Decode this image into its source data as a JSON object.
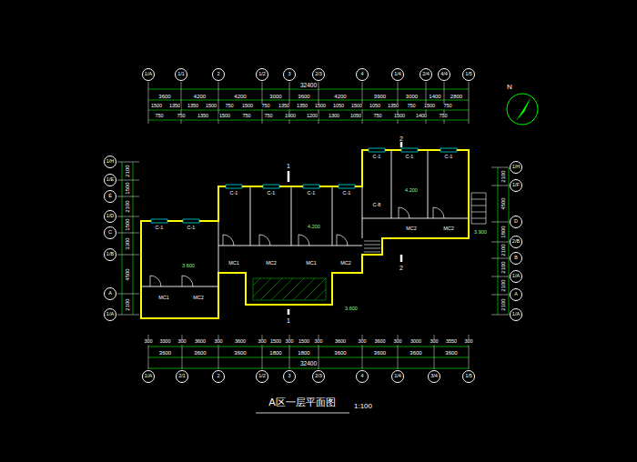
{
  "diagram": {
    "title": "A区一层平面图",
    "nodes": [
      {
        "text": [
          "1/A"
        ]
      },
      {
        "text": [
          "1/1"
        ]
      },
      {
        "text": [
          "2"
        ]
      },
      {
        "text": [
          "1/2"
        ]
      },
      {
        "text": [
          "3"
        ]
      },
      {
        "text": [
          "2/3"
        ]
      },
      {
        "text": [
          "4"
        ]
      },
      {
        "text": [
          "1/4"
        ]
      },
      {
        "text": [
          "2/4"
        ]
      },
      {
        "text": [
          "4/4"
        ]
      },
      {
        "text": [
          "1/5"
        ]
      },
      {
        "text": [
          "1/H"
        ]
      },
      {
        "text": [
          "1/E"
        ]
      },
      {
        "text": [
          "E"
        ]
      },
      {
        "text": [
          "1/D"
        ]
      },
      {
        "text": [
          "C"
        ]
      },
      {
        "text": [
          "1/B"
        ]
      },
      {
        "text": [
          "A"
        ]
      },
      {
        "text": [
          "1/A"
        ]
      },
      {
        "text": [
          "1/H"
        ]
      },
      {
        "text": [
          "1/F"
        ]
      },
      {
        "text": [
          "D"
        ]
      },
      {
        "text": [
          "2/B"
        ]
      },
      {
        "text": [
          "B"
        ]
      },
      {
        "text": [
          "1/A"
        ]
      },
      {
        "text": [
          "A"
        ]
      },
      {
        "text": [
          "1/A"
        ]
      },
      {
        "text": [
          "1/A"
        ]
      },
      {
        "text": [
          "2/1"
        ]
      },
      {
        "text": [
          "2"
        ]
      },
      {
        "text": [
          "1/2"
        ]
      },
      {
        "text": [
          "3"
        ]
      },
      {
        "text": [
          "2/3"
        ]
      },
      {
        "text": [
          "4"
        ]
      },
      {
        "text": [
          "1/4"
        ]
      },
      {
        "text": [
          "3/4"
        ]
      },
      {
        "text": [
          "1/5"
        ]
      }
    ],
    "labels": [
      "32400",
      "3600",
      "4200",
      "4200",
      "3000",
      "3600",
      "4200",
      "3900",
      "3000",
      "1400",
      "2800",
      "1500",
      "1350",
      "1350",
      "1500",
      "750",
      "1500",
      "750",
      "1350",
      "1350",
      "1500",
      "1050",
      "1500",
      "1050",
      "1350",
      "750",
      "1500",
      "750",
      "750",
      "750",
      "1350",
      "1500",
      "750",
      "750",
      "1900",
      "1200",
      "1300",
      "1050",
      "750",
      "1500",
      "1400",
      "750",
      "300",
      "3300",
      "300",
      "3600",
      "300",
      "3600",
      "300",
      "1500",
      "300",
      "1500",
      "300",
      "3600",
      "300",
      "3600",
      "300",
      "3000",
      "300",
      "3550",
      "300",
      "3600",
      "3600",
      "3600",
      "1800",
      "1800",
      "3600",
      "3600",
      "3600",
      "3600",
      "32400",
      "2100",
      "1500",
      "2100",
      "1500",
      "3300",
      "4500",
      "2100",
      "2100",
      "4500",
      "1800",
      "2100",
      "2100",
      "2100",
      "2100",
      "C-1",
      "C-1",
      "C-1",
      "C-1",
      "C-1",
      "C-1",
      "C-1",
      "C-1",
      "C-1",
      "C-8",
      "MC1",
      "MC2",
      "MC1",
      "MC2",
      "MC1",
      "MC2",
      "MC2",
      "MC2",
      "3.600",
      "4.200",
      "4.200",
      "3.900",
      "3.600",
      "1",
      "1",
      "2",
      "2",
      "N",
      "1:100"
    ]
  }
}
